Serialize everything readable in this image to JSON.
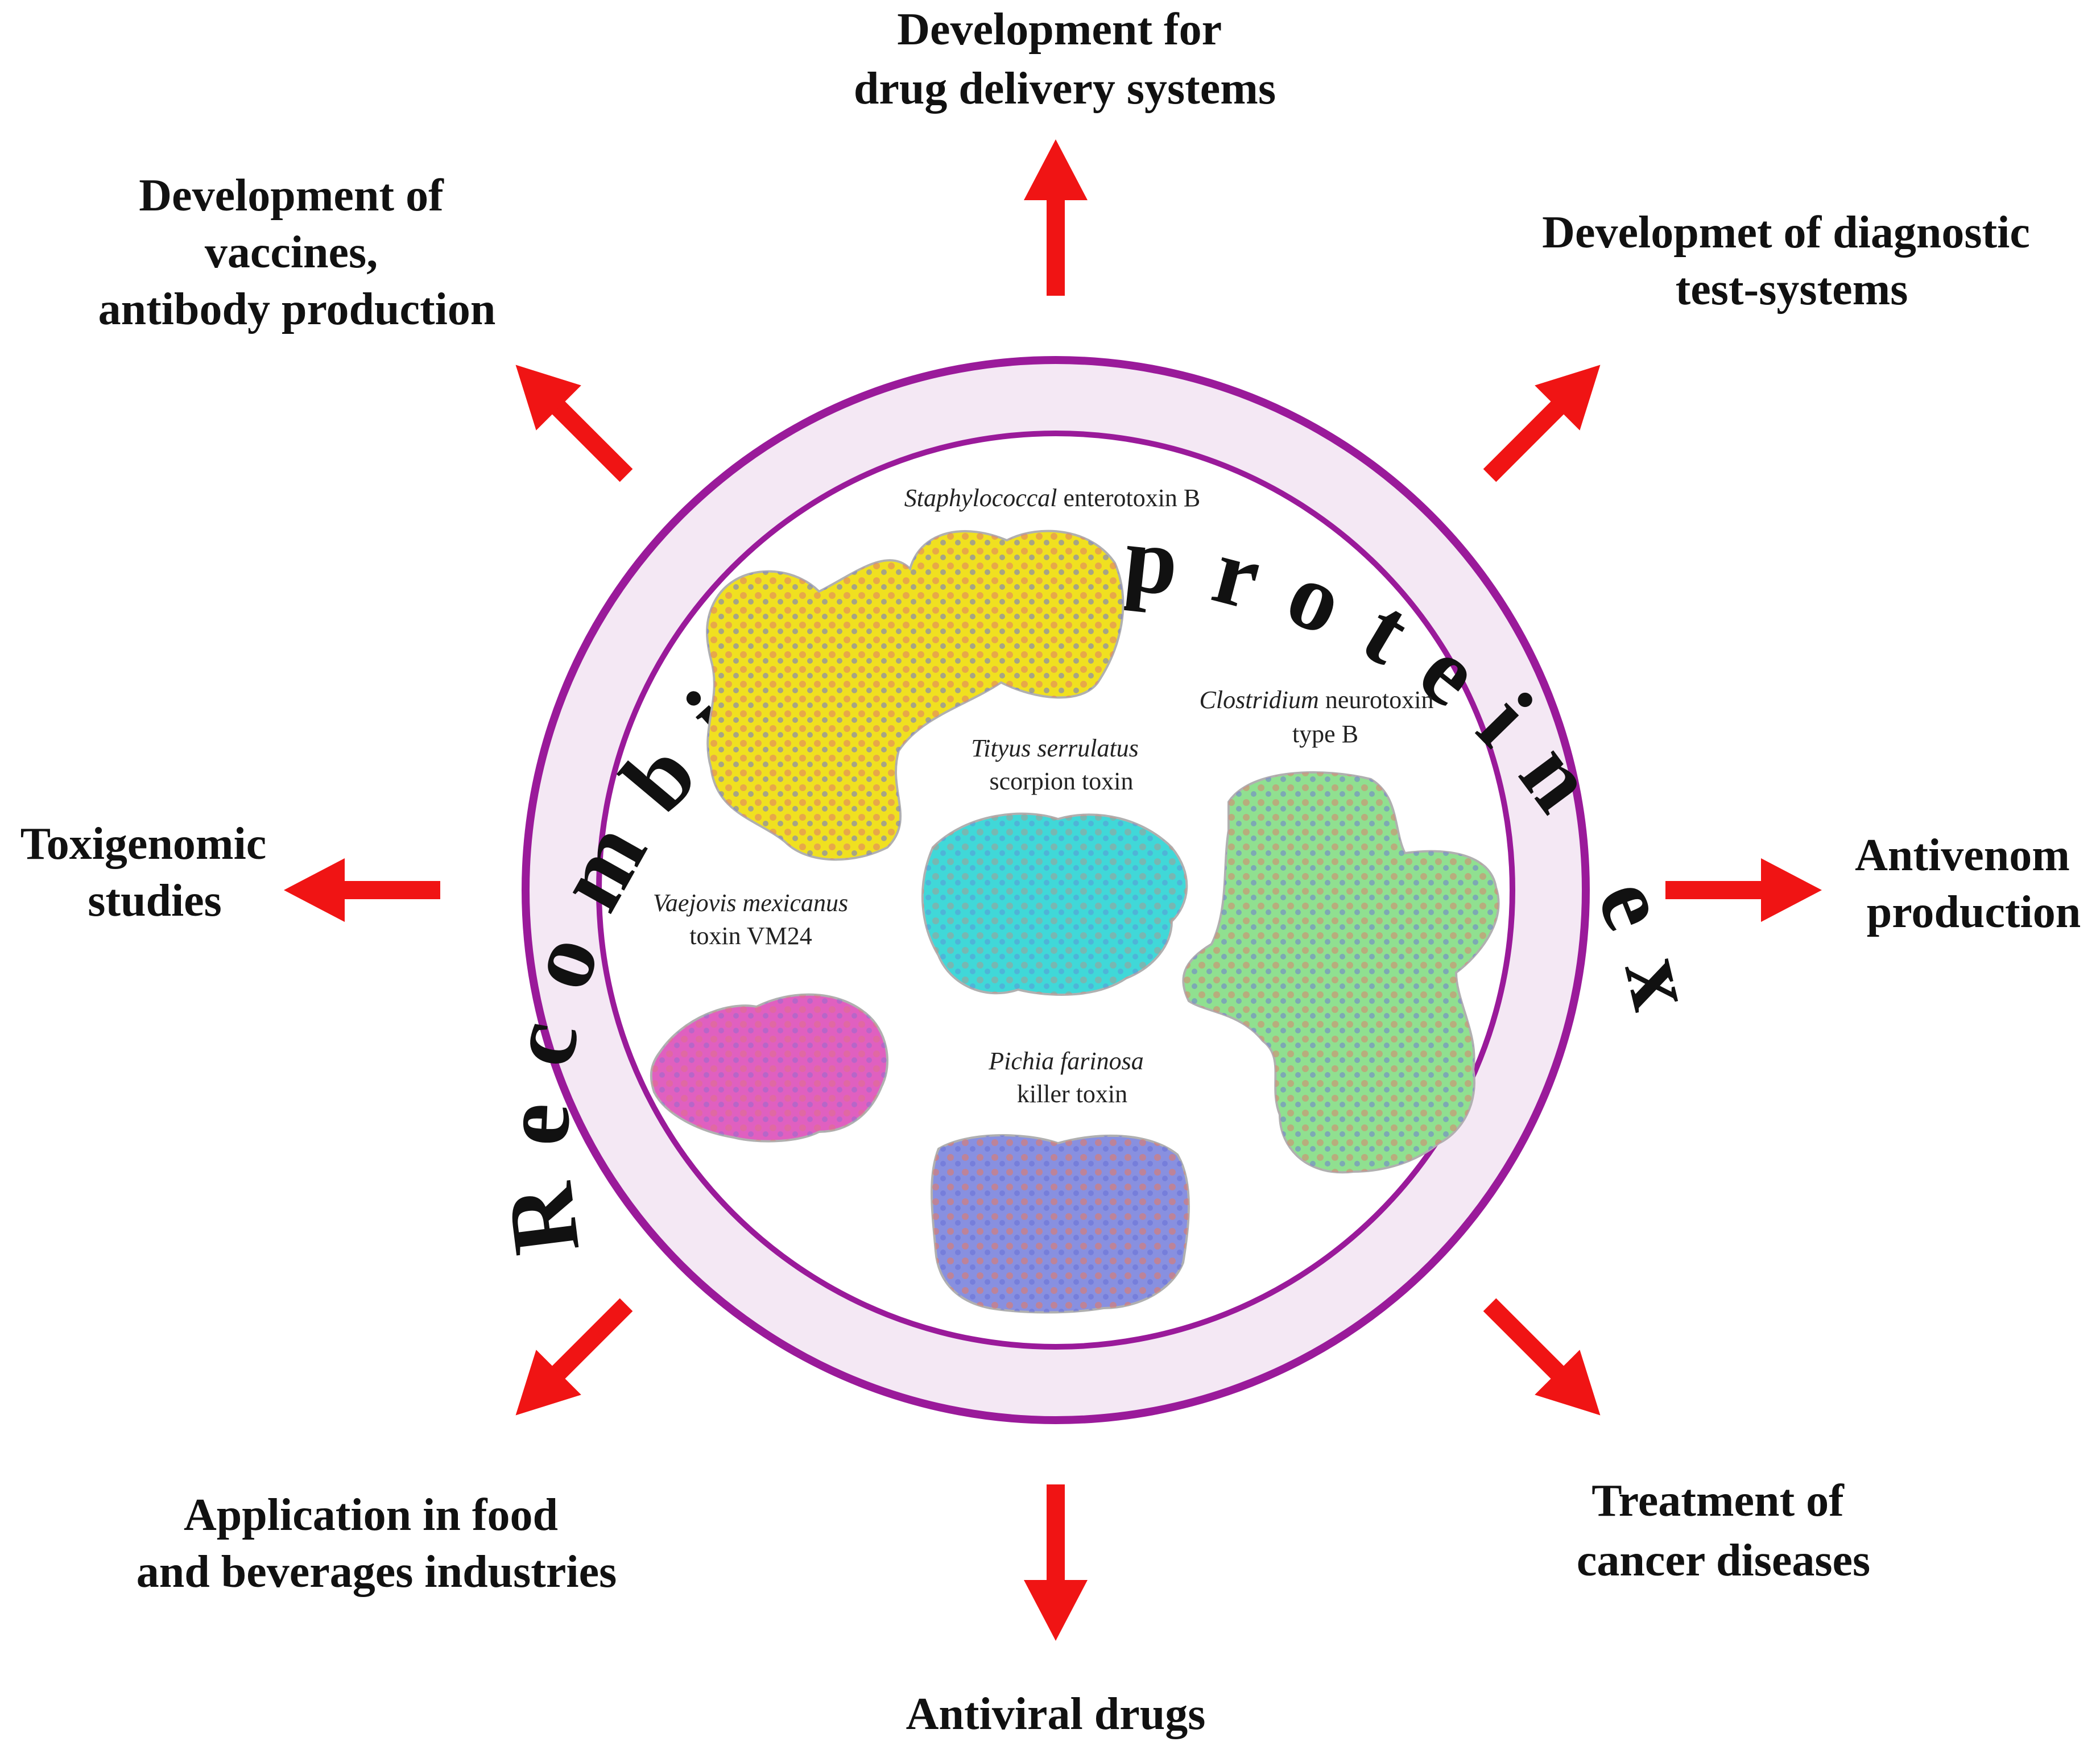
{
  "ring": {
    "title": "Recombinant protein expression",
    "ring_fill": "#f4e8f4",
    "ring_stroke": "#9a1a9a"
  },
  "arrow_color": "#f01414",
  "applications": {
    "drug_delivery": {
      "line1": "Development for",
      "line2": "drug delivery systems"
    },
    "vaccines": {
      "line1": "Development of",
      "line2": "vaccines,",
      "line3": "antibody production"
    },
    "diagnostic": {
      "line1": "Developmet of diagnostic",
      "line2": "test-systems"
    },
    "toxigenomic": {
      "line1": "Toxigenomic",
      "line2": "studies"
    },
    "antivenom": {
      "line1": "Antivenom",
      "line2": "production"
    },
    "food": {
      "line1": "Application in food",
      "line2": "and beverages industries"
    },
    "cancer": {
      "line1": "Treatment of",
      "line2": "cancer diseases"
    },
    "antiviral": {
      "line1": "Antiviral drugs"
    }
  },
  "proteins": {
    "staph": {
      "italic": "Staphylococcal",
      "rest": " enterotoxin B",
      "color": "#f0e020"
    },
    "clostridium": {
      "italic": "Clostridium",
      "rest": " neurotoxin",
      "line2": "type B",
      "color": "#90e090"
    },
    "tityus": {
      "italic": "Tityus serrulatus",
      "line2": "scorpion toxin",
      "color": "#40d8d8"
    },
    "vaejovis": {
      "italic": "Vaejovis mexicanus",
      "line2": "toxin VM24",
      "color": "#e060c0"
    },
    "pichia": {
      "italic": "Pichia farinosa",
      "line2": "killer toxin",
      "color": "#8890e0"
    }
  }
}
